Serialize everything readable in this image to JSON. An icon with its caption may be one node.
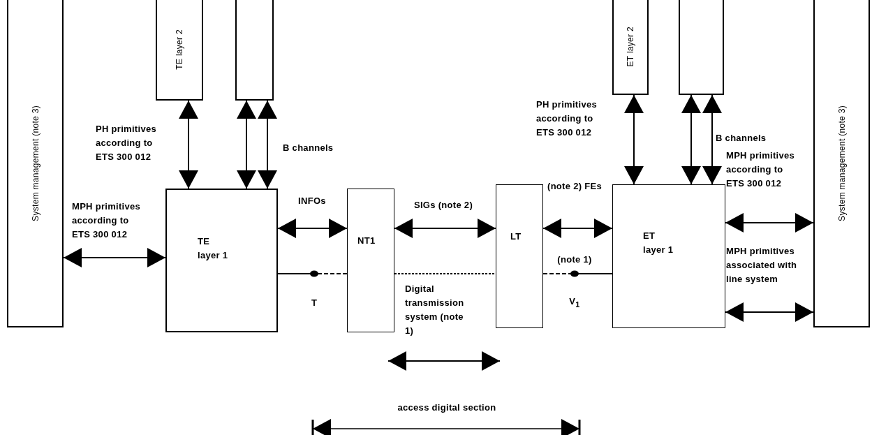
{
  "diagram": {
    "nodes": [
      {
        "text": [
          "System management (note 3)"
        ]
      },
      {
        "text": [
          "TE layer 2"
        ]
      },
      {
        "text": [],
        "shape": "box"
      },
      {
        "text": [
          "TE layer 1"
        ]
      },
      {
        "text": [
          "NT1"
        ]
      },
      {
        "text": [
          "LT"
        ]
      },
      {
        "text": [
          "ET layer 1"
        ]
      },
      {
        "text": [
          "ET layer 2"
        ]
      },
      {
        "text": [],
        "shape": "box"
      },
      {
        "text": [
          "System management (note 3)"
        ]
      }
    ],
    "edges": [
      {
        "from": 3,
        "to": 1,
        "arrow": "both",
        "label": "PH primitives according to ETS 300 012"
      },
      {
        "from": 3,
        "to": 2,
        "arrow": "both"
      },
      {
        "from": 3,
        "to": 2,
        "arrow": "both",
        "label": "B channels"
      },
      {
        "from": 0,
        "to": 3,
        "arrow": "both",
        "label": "MPH primitives according to ETS 300 012"
      },
      {
        "from": 3,
        "to": 4,
        "arrow": "both",
        "label": "INFOs"
      },
      {
        "from": 4,
        "to": 5,
        "arrow": "both",
        "label": "SIGs (note 2)"
      },
      {
        "from": 5,
        "to": 6,
        "arrow": "both",
        "label": "(note 2) FEs"
      },
      {
        "from": 6,
        "to": 7,
        "arrow": "both",
        "label": "PH primitives according to ETS 300 012"
      },
      {
        "from": 6,
        "to": 8,
        "arrow": "both"
      },
      {
        "from": 6,
        "to": 8,
        "arrow": "both",
        "label": "B channels"
      },
      {
        "from": 6,
        "to": 9,
        "arrow": "both",
        "label": "MPH primitives according to ETS 300 012"
      },
      {
        "from": 6,
        "to": 9,
        "arrow": "both",
        "label": "MPH primitives associated with line system"
      },
      {
        "from": 4,
        "to": 3,
        "arrow": "none",
        "style": "dashed",
        "label": "T"
      },
      {
        "from": 4,
        "to": 5,
        "arrow": "none",
        "style": "dashed"
      },
      {
        "from": 5,
        "to": 6,
        "arrow": "none",
        "style": "dashed",
        "label": "V$_{1}$"
      }
    ],
    "labels": [
      "(note 1)",
      "Digital transmission system (note 1)",
      "access digital section"
    ]
  }
}
